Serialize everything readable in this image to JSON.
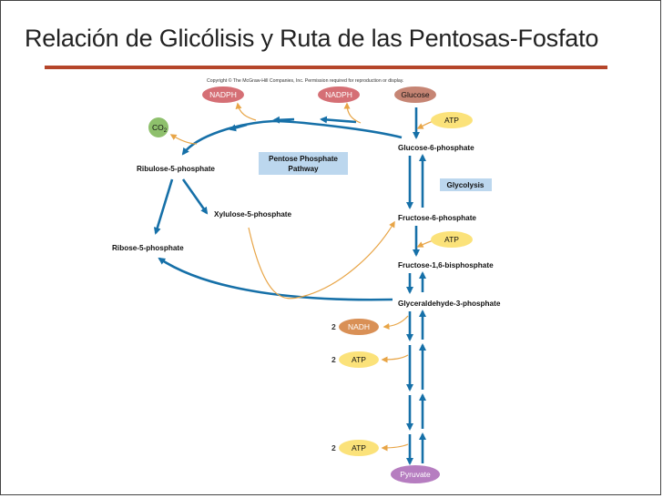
{
  "slide": {
    "title": "Relación de Glicólisis y Ruta de las Pentosas-Fosfato"
  },
  "figure": {
    "copyright": "Copyright © The McGraw-Hill Companies, Inc. Permission required for reproduction or display.",
    "compounds": {
      "glucose": "Glucose",
      "g6p": "Glucose-6-phosphate",
      "f6p": "Fructose-6-phosphate",
      "f16bp": "Fructose-1,6-bisphosphate",
      "g3p": "Glyceraldehyde-3-phosphate",
      "pyruvate": "Pyruvate",
      "ru5p": "Ribulose-5-phosphate",
      "xu5p": "Xylulose-5-phosphate",
      "r5p": "Ribose-5-phosphate"
    },
    "cofactors": {
      "nadph_1": "NADPH",
      "nadph_2": "NADPH",
      "co2": "CO",
      "co2_sub": "2",
      "atp_1": "ATP",
      "atp_2": "ATP",
      "nadh": "NADH",
      "atp_3": "ATP",
      "atp_4": "ATP",
      "mult_nadh": "2",
      "mult_atp_1": "2",
      "mult_atp_2": "2"
    },
    "pathways": {
      "ppp_line1": "Pentose Phosphate",
      "ppp_line2": "Pathway",
      "glycolysis": "Glycolysis"
    },
    "colors": {
      "arrow_main": "#1670a8",
      "arrow_side": "#e8a547",
      "title_rule": "#b5452a",
      "nadph": "#d56f75",
      "glucose": "#c68574",
      "co2": "#8ec06c",
      "atp": "#fbe27a",
      "nadh": "#d99056",
      "pyruvate": "#b67dc0",
      "pathway_box": "#bcd7ee"
    }
  }
}
